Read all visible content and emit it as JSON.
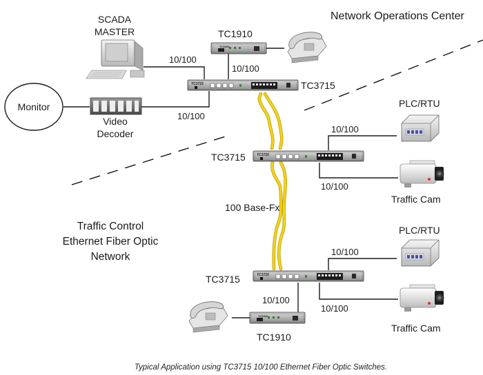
{
  "title": "Network Operations Center",
  "caption": "Typical Application using TC3715 10/100 Ethernet Fiber Optic Switches.",
  "network_label": [
    "Traffic Control",
    "Ethernet Fiber Optic",
    "Network"
  ],
  "fiber_label": "100 Base-Fx",
  "link_speed": "10/100",
  "devices": {
    "scada": [
      "SCADA",
      "MASTER"
    ],
    "monitor": "Monitor",
    "video_decoder": [
      "Video",
      "Decoder"
    ],
    "tc1910_top": "TC1910",
    "tc3715_top": "TC3715",
    "tc3715_mid": "TC3715",
    "tc3715_bottom": "TC3715",
    "tc1910_bottom": "TC1910",
    "plc_top": "PLC/RTU",
    "plc_bottom": "PLC/RTU",
    "cam_top": "Traffic Cam",
    "cam_bottom": "Traffic Cam"
  },
  "switch_face": {
    "tc3715": "TC3715",
    "tc1910": "TC1910"
  }
}
